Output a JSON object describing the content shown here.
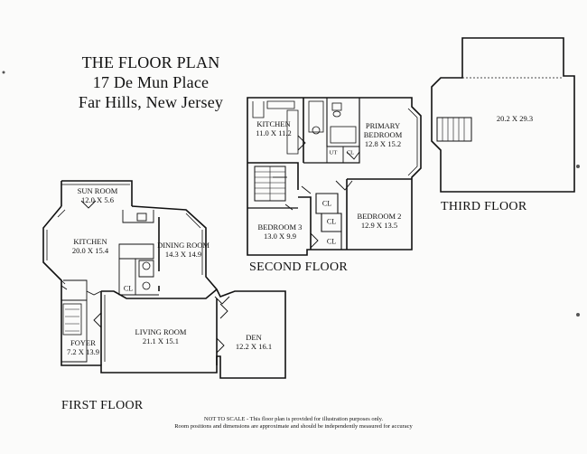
{
  "title": {
    "line1": "THE FLOOR PLAN",
    "line2": "17 De Mun Place",
    "line3": "Far Hills, New Jersey"
  },
  "floors": {
    "first": "FIRST FLOOR",
    "second": "SECOND FLOOR",
    "third": "THIRD FLOOR"
  },
  "rooms": {
    "sun_room": {
      "name": "SUN ROOM",
      "dim": "12.0 X 5.6"
    },
    "kitchen1": {
      "name": "KITCHEN",
      "dim": "20.0 X 15.4"
    },
    "dining": {
      "name": "DINING ROOM",
      "dim": "14.3 X 14.9"
    },
    "living": {
      "name": "LIVING ROOM",
      "dim": "21.1 X 15.1"
    },
    "den": {
      "name": "DEN",
      "dim": "12.2 X 16.1"
    },
    "foyer": {
      "name": "FOYER",
      "dim": "7.2 X 13.9"
    },
    "kitchen2": {
      "name": "KITCHEN",
      "dim": "11.0 X 11.2"
    },
    "primary": {
      "name1": "PRIMARY",
      "name2": "BEDROOM",
      "dim": "12.8 X 15.2"
    },
    "bed3": {
      "name": "BEDROOM 3",
      "dim": "13.0 X 9.9"
    },
    "bed2": {
      "name": "BEDROOM 2",
      "dim": "12.9 X 13.5"
    },
    "third": {
      "dim": "20.2 X 29.3"
    }
  },
  "closet_label": "CL",
  "utility_label": "UT",
  "notes": {
    "line1": "NOT TO SCALE - This floor plan is provided for illustration purposes only.",
    "line2": "Room positions and dimensions are approximate and should be independently measured for accuracy"
  }
}
